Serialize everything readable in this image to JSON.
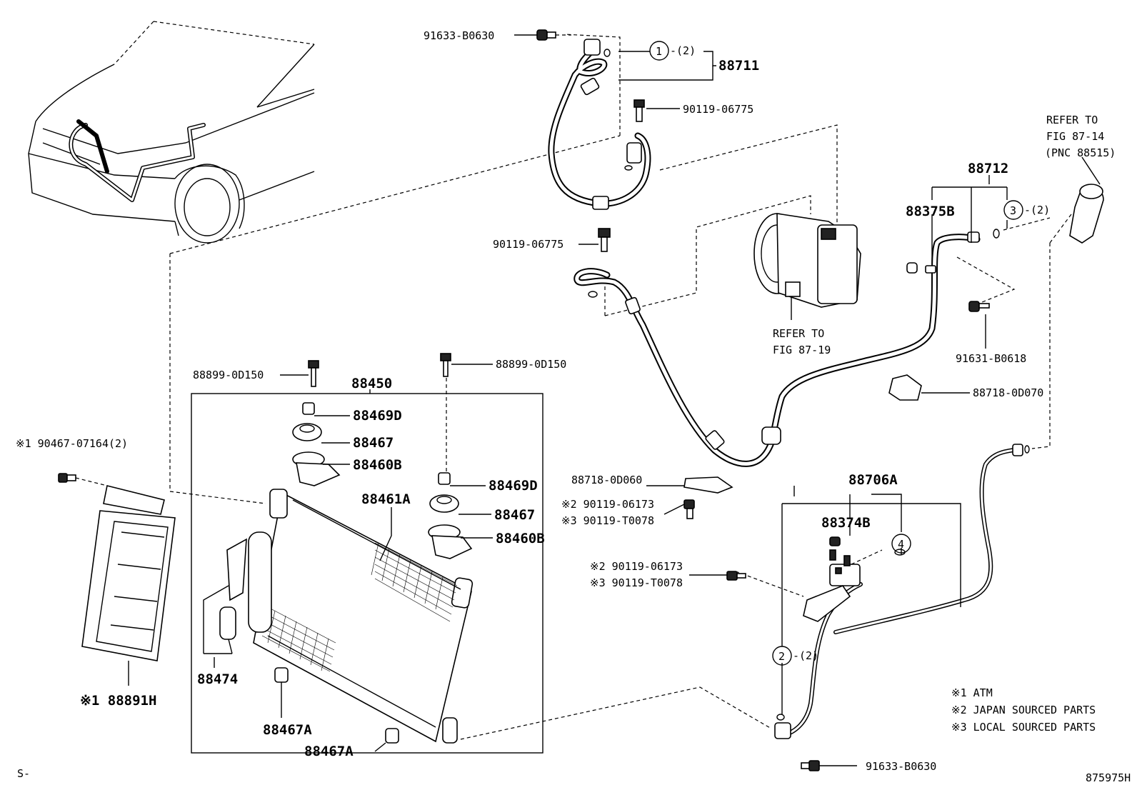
{
  "labels": {
    "p91633_b0630_top": "91633-B0630",
    "p88711": "88711",
    "ref1_num": "1",
    "ref1_qty": "-(2)",
    "p90119_06775_top": "90119-06775",
    "refer_fig8714_l1": "REFER TO",
    "refer_fig8714_l2": "FIG 87-14",
    "refer_fig8714_l3": "(PNC 88515)",
    "p88712": "88712",
    "p88375b": "88375B",
    "ref3_num": "3",
    "ref3_qty": "-(2)",
    "p90119_06775_mid": "90119-06775",
    "refer_fig8719_l1": "REFER TO",
    "refer_fig8719_l2": "FIG 87-19",
    "p91631_b0618": "91631-B0618",
    "p88718_0d070": "88718-0D070",
    "p88899_0d150_l": "88899-0D150",
    "p88899_0d150_r": "88899-0D150",
    "p88450": "88450",
    "p88469d_1": "88469D",
    "p88467_1": "88467",
    "p88460b_1": "88460B",
    "p88469d_2": "88469D",
    "p88467_2": "88467",
    "p88460b_2": "88460B",
    "p88461a": "88461A",
    "p90467_07164": "※1 90467-07164(2)",
    "p88718_0d060": "88718-0D060",
    "p90119_06173_a": "※2 90119-06173",
    "p90119_t0078_a": "※3 90119-T0078",
    "p88706a": "88706A",
    "p88374b": "88374B",
    "ref4_num": "4",
    "p90119_06173_b": "※2 90119-06173",
    "p90119_t0078_b": "※3 90119-T0078",
    "p88474": "88474",
    "p88891h": "※1 88891H",
    "p88467a_1": "88467A",
    "p88467a_2": "88467A",
    "ref2_num": "2",
    "ref2_qty": "-(2)",
    "p91633_b0630_bot": "91633-B0630",
    "s_mark": "S-",
    "figure_code": "875975H"
  },
  "notes": [
    "※1 ATM",
    "※2 JAPAN SOURCED PARTS",
    "※3 LOCAL SOURCED PARTS"
  ]
}
